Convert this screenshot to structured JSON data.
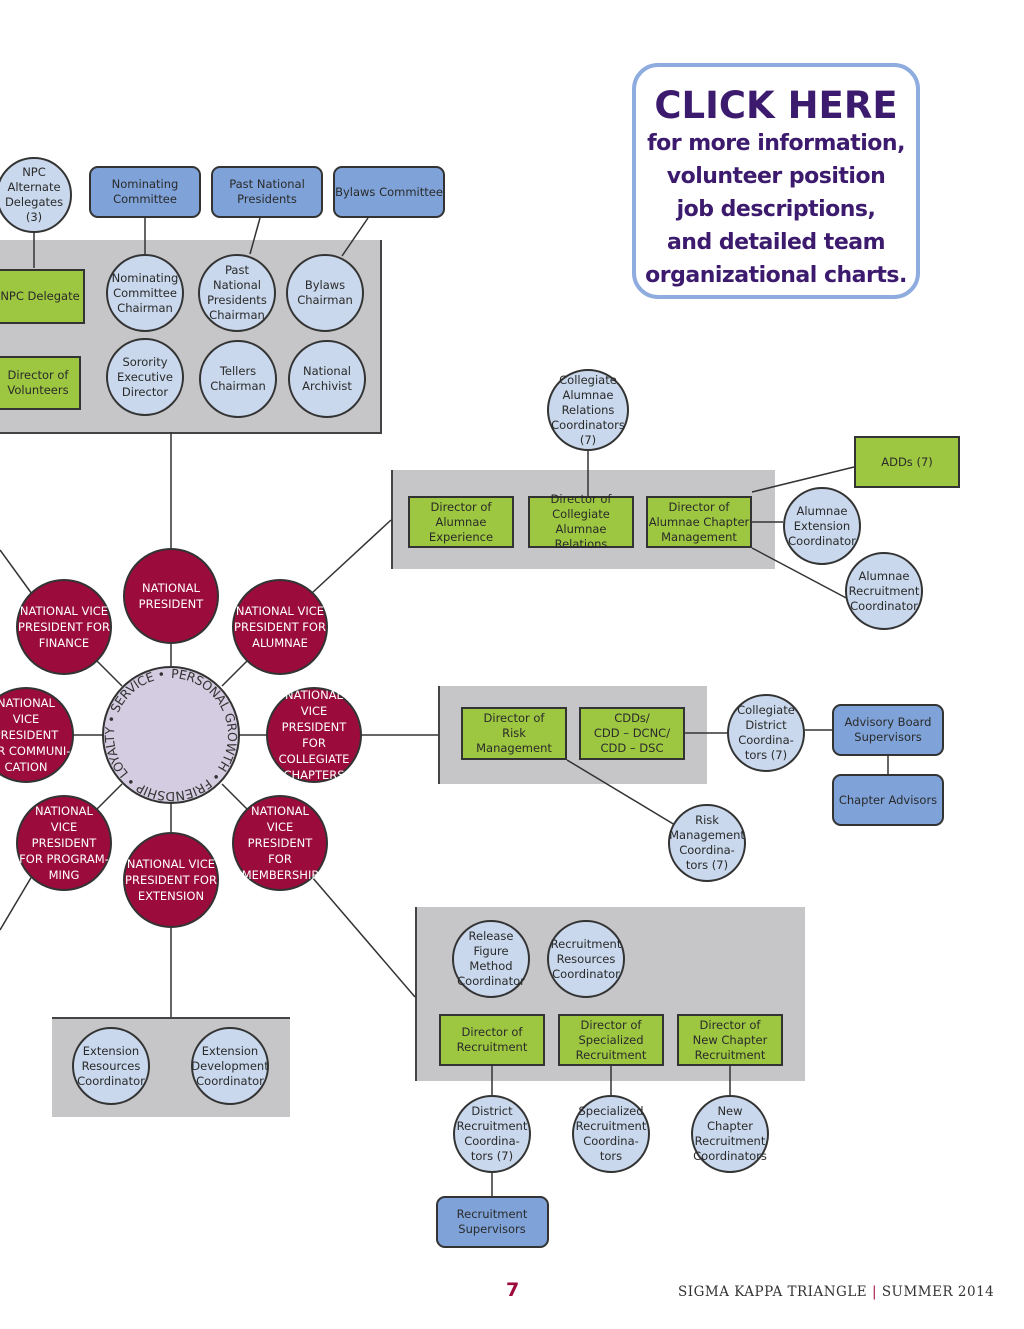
{
  "callout": {
    "title": "CLICK HERE",
    "body": "for more information,\nvolunteer position\njob descriptions,\nand detailed team\norganizational charts."
  },
  "center_ring": "PERSONAL GROWTH • FRIENDSHIP • LOYALTY • SERVICE • ",
  "colors": {
    "officer_red": "#9b0b3c",
    "director_green": "#9dc740",
    "committee_blue": "#7fa3d9",
    "coordinator_lightblue": "#c9d8ec",
    "panel_gray": "#c6c6c8",
    "callout_text": "#3c1a6e"
  },
  "nodes": {
    "npc_alt": "NPC\nAlternate\nDelegates (3)",
    "nom_committee": "Nominating\nCommittee",
    "past_presidents": "Past National\nPresidents",
    "bylaws_committee": "Bylaws Committee",
    "npc_delegate": "NPC Delegate",
    "dir_volunteers": "Director of\nVolunteers",
    "nom_chair": "Nominating\nCommittee\nChairman",
    "past_chair": "Past\nNational\nPresidents\nChairman",
    "bylaws_chair": "Bylaws\nChairman",
    "sorority_exec": "Sorority\nExecutive\nDirector",
    "tellers": "Tellers\nChairman",
    "archivist": "National\nArchivist",
    "np": "NATIONAL\nPRESIDENT",
    "vp_finance": "NATIONAL VICE\nPRESIDENT FOR\nFINANCE",
    "vp_alumnae": "NATIONAL VICE\nPRESIDENT FOR\nALUMNAE",
    "vp_comm": "NATIONAL\nVICE PRESIDENT\nFOR COMMUNI-\nCATION",
    "vp_collegiate": "NATIONAL\nVICE PRESIDENT\nFOR COLLEGIATE\nCHAPTERS",
    "vp_programming": "NATIONAL\nVICE PRESIDENT\nFOR PROGRAM-\nMING",
    "vp_membership": "NATIONAL\nVICE PRESIDENT\nFOR\nMEMBERSHIP",
    "vp_extension": "NATIONAL VICE\nPRESIDENT FOR\nEXTENSION",
    "car_coord": "Collegiate\nAlumnae\nRelations\nCoordinators\n(7)",
    "dir_alum_exp": "Director of\nAlumnae\nExperience",
    "dir_car": "Director of\nCollegiate Alumnae\nRelations",
    "dir_acm": "Director of\nAlumnae Chapter\nManagement",
    "adds": "ADDs (7)",
    "alum_ext": "Alumnae\nExtension\nCoordinator",
    "alum_rec": "Alumnae\nRecruitment\nCoordinator",
    "dir_risk": "Director of\nRisk Management",
    "cdds": "CDDs/\nCDD – DCNC/\nCDD – DSC",
    "cdc": "Collegiate\nDistrict\nCoordina-\ntors (7)",
    "advisory": "Advisory Board\nSupervisors",
    "chapter_adv": "Chapter Advisors",
    "risk_coord": "Risk\nManagement\nCoordina-\ntors (7)",
    "release": "Release\nFigure Method\nCoordinator",
    "rec_resources": "Recruitment\nResources\nCoordinator",
    "dir_rec": "Director of\nRecruitment",
    "dir_spec": "Director of\nSpecialized\nRecruitment",
    "dir_newch": "Director of\nNew Chapter\nRecruitment",
    "district_rec": "District\nRecruitment\nCoordina-\ntors (7)",
    "spec_coord": "Specialized\nRecruitment\nCoordina-\ntors",
    "newch_coord": "New\nChapter\nRecruitment\nCoordinators",
    "rec_supervisors": "Recruitment\nSupervisors",
    "ext_resources": "Extension\nResources\nCoordinator",
    "ext_dev": "Extension\nDevelopment\nCoordinator"
  },
  "footer": {
    "page_number": "7",
    "publication": "SIGMA KAPPA TRIANGLE",
    "separator": "|",
    "issue": "SUMMER 2014"
  }
}
